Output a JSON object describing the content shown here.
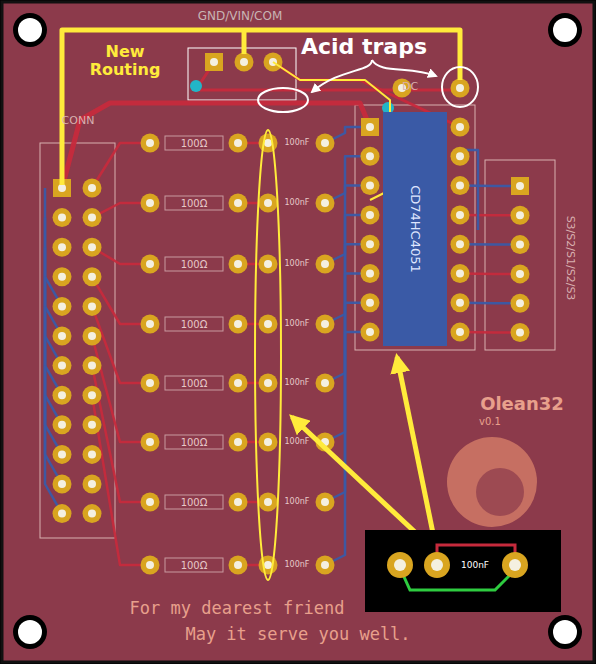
{
  "diagram": {
    "nodes": [
      {
        "text": [
          "CD74HC4051"
        ]
      },
      {
        "text": [
          "100nF"
        ]
      }
    ],
    "labels": [
      "GND/VIN/COM",
      "New Routing",
      "Acid traps",
      "CONN",
      "DC",
      "100Ω",
      "100Ω",
      "100Ω",
      "100Ω",
      "100Ω",
      "100Ω",
      "100Ω",
      "100Ω",
      "100nF",
      "100nF",
      "100nF",
      "100nF",
      "100nF",
      "100nF",
      "100nF",
      "100nF",
      "S3/S2/S1/S2/S3",
      "Olean32",
      "v0.1",
      "For my dearest friend",
      "May it serve you well."
    ]
  }
}
